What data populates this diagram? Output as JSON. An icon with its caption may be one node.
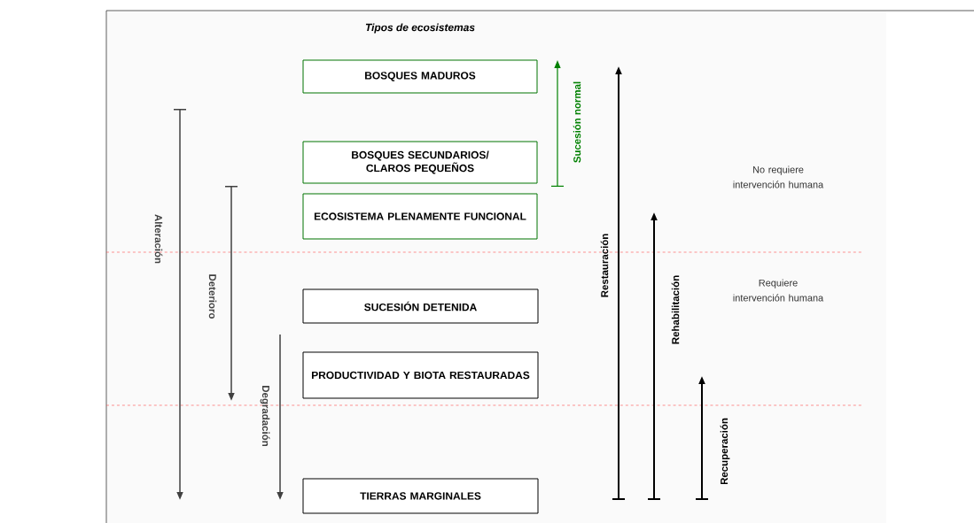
{
  "diagram": {
    "title": "Tipos de ecosistemas",
    "nodes": [
      {
        "text": [
          "BOSQUES MADUROS"
        ]
      },
      {
        "text": [
          "BOSQUES SECUNDARIOS/ CLAROS PEQUEÑOS"
        ]
      },
      {
        "text": [
          "ECOSISTEMA PLENAMENTE FUNCIONAL"
        ]
      },
      {
        "text": [
          "SUCESIÓN DETENIDA"
        ]
      },
      {
        "text": [
          "PRODUCTIVIDAD Y BIOTA RESTAURADAS"
        ]
      },
      {
        "text": [
          "TIERRAS MARGINALES"
        ]
      }
    ],
    "labels": [
      "Alteración",
      "Deterioro",
      "Degradación",
      "Sucesión normal",
      "Restauración",
      "Rehabilitación",
      "Recuperación",
      "No requiere intervención humana",
      "Requiere intervención humana"
    ]
  }
}
